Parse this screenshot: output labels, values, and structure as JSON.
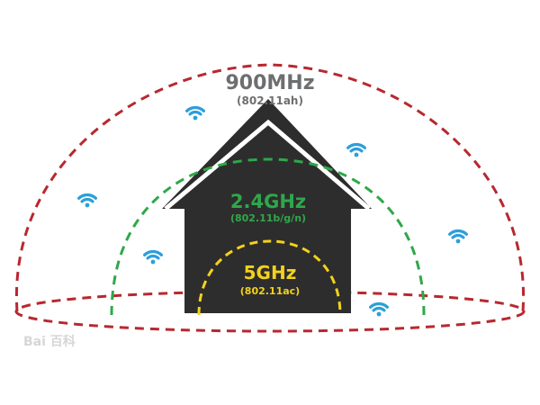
{
  "colors": {
    "outer_band": "#b8282f",
    "mid_band": "#2ea84a",
    "inner_band": "#f3d21c",
    "house": "#2e2d2d",
    "wifi": "#2c9fd9",
    "title_gray": "#6d6e70",
    "watermark": "#d6d6d6"
  },
  "bands": {
    "outer": {
      "name": "900MHz",
      "standard": "(802.11ah)"
    },
    "mid": {
      "name": "2.4GHz",
      "standard": "(802.11b/g/n)"
    },
    "inner": {
      "name": "5GHz",
      "standard": "(802.11ac)"
    }
  },
  "icons": {
    "wifi": "wifi-icon",
    "house": "house-icon"
  },
  "watermark": {
    "text": "Bai 百科"
  }
}
